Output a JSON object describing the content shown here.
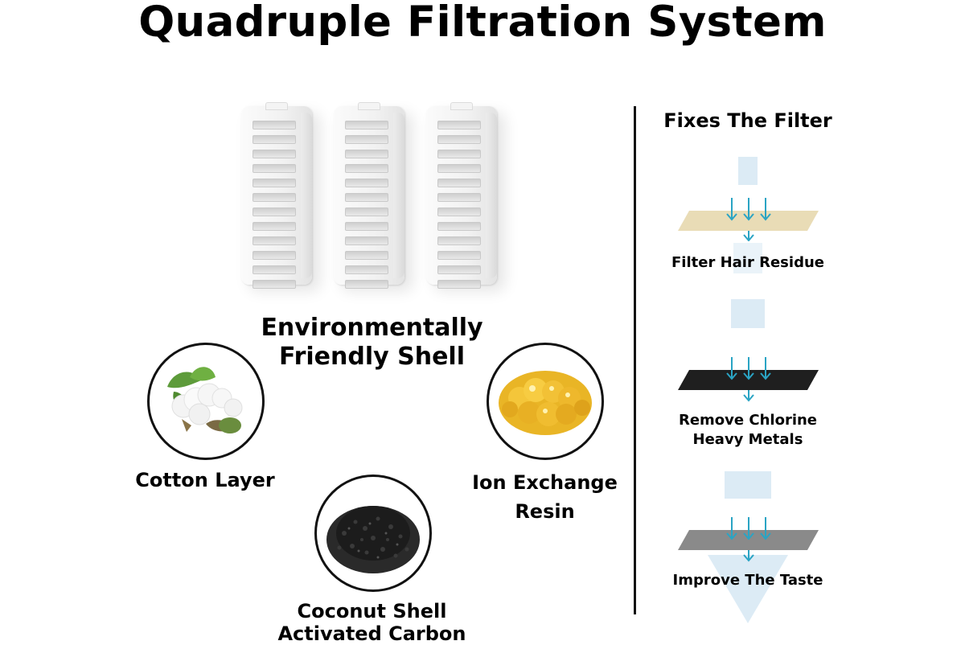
{
  "title": "Quadruple Filtration System",
  "shell_label": [
    "Environmentally",
    "Friendly Shell"
  ],
  "materials": {
    "cotton": {
      "label": "Cotton Layer"
    },
    "carbon": {
      "label_line1": "Coconut Shell",
      "label_line2": "Activated Carbon"
    },
    "resin": {
      "label_line1": "Ion Exchange",
      "label_line2": "Resin"
    }
  },
  "panel": {
    "title": "Fixes The Filter",
    "stages": [
      {
        "label_lines": [
          "Filter Hair Residue"
        ],
        "layer_color": "#e9dcb6"
      },
      {
        "label_lines": [
          "Remove Chlorine",
          "Heavy Metals"
        ],
        "layer_color": "#1f1f1f"
      },
      {
        "label_lines": [
          "Improve The Taste"
        ],
        "layer_color": "#8a8a8a"
      }
    ]
  },
  "colors": {
    "arrow": "#2aa4c4",
    "water": "#dcebf5"
  }
}
